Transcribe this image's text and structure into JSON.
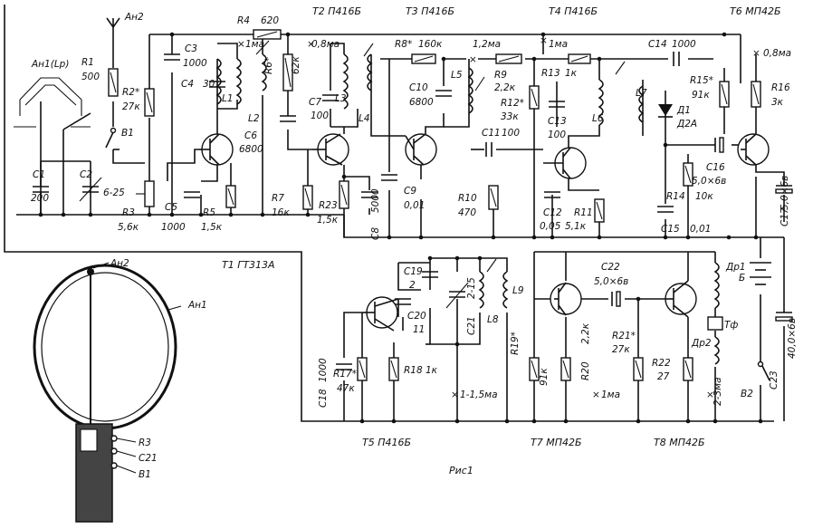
{
  "figure": {
    "caption": "Рис1",
    "transistors": [
      {
        "id": "t1",
        "label": "T1  ГТ313А"
      },
      {
        "id": "t2",
        "label": "T2  П416Б"
      },
      {
        "id": "t3",
        "label": "T3  П416Б"
      },
      {
        "id": "t4",
        "label": "T4  П416Б"
      },
      {
        "id": "t5",
        "label": "T5  П416Б"
      },
      {
        "id": "t6",
        "label": "T6  МП42Б"
      },
      {
        "id": "t7",
        "label": "T7  МП42Б"
      },
      {
        "id": "t8",
        "label": "T8  МП42Б"
      }
    ],
    "antennas": {
      "an2": "Ан2",
      "an1": "Ан1(Lр)",
      "an1_short": "Ан1",
      "an2_view": "Ан2"
    },
    "resistors": [
      {
        "id": "r1",
        "name": "R1",
        "value": "500"
      },
      {
        "id": "r2",
        "name": "R2*",
        "value": "27к"
      },
      {
        "id": "r3",
        "name": "R3",
        "value": "5,6к"
      },
      {
        "id": "r4",
        "name": "R4",
        "value": "620"
      },
      {
        "id": "r5",
        "name": "R5",
        "value": "1,5к"
      },
      {
        "id": "r6",
        "name": "R6*",
        "value": "62к"
      },
      {
        "id": "r7",
        "name": "R7",
        "value": "16к"
      },
      {
        "id": "r8",
        "name": "R8*",
        "value": "160к"
      },
      {
        "id": "r9",
        "name": "R9",
        "value": "2,2к"
      },
      {
        "id": "r10",
        "name": "R10",
        "value": "470"
      },
      {
        "id": "r11",
        "name": "R11",
        "value": "5,1к"
      },
      {
        "id": "r12",
        "name": "R12*",
        "value": "33к"
      },
      {
        "id": "r13",
        "name": "R13",
        "value": "1к"
      },
      {
        "id": "r14",
        "name": "R14",
        "value": "10к"
      },
      {
        "id": "r15",
        "name": "R15*",
        "value": "91к"
      },
      {
        "id": "r16",
        "name": "R16",
        "value": "3к"
      },
      {
        "id": "r17",
        "name": "R17*",
        "value": "47к"
      },
      {
        "id": "r18",
        "name": "R18",
        "value": "1к"
      },
      {
        "id": "r19",
        "name": "R19*",
        "value": "91к"
      },
      {
        "id": "r20",
        "name": "R20",
        "value": "2,2к"
      },
      {
        "id": "r21",
        "name": "R21*",
        "value": "27к"
      },
      {
        "id": "r22",
        "name": "R22",
        "value": "27"
      },
      {
        "id": "r23",
        "name": "R23",
        "value": "1,5к"
      }
    ],
    "capacitors": [
      {
        "id": "c1",
        "name": "C1",
        "value": "200"
      },
      {
        "id": "c2",
        "name": "C2",
        "value": "6-25"
      },
      {
        "id": "c3",
        "name": "C3",
        "value": "1000"
      },
      {
        "id": "c4",
        "name": "C4",
        "value": "30"
      },
      {
        "id": "c5",
        "name": "C5",
        "value": "1000"
      },
      {
        "id": "c6",
        "name": "C6",
        "value": "6800"
      },
      {
        "id": "c7",
        "name": "C7",
        "value": "100"
      },
      {
        "id": "c8",
        "name": "C8",
        "value": "5000"
      },
      {
        "id": "c9",
        "name": "C9",
        "value": "0,01"
      },
      {
        "id": "c10",
        "name": "C10",
        "value": "6800"
      },
      {
        "id": "c11",
        "name": "C11",
        "value": "100"
      },
      {
        "id": "c12",
        "name": "C12",
        "value": "0,05"
      },
      {
        "id": "c13",
        "name": "C13",
        "value": "100"
      },
      {
        "id": "c14",
        "name": "C14",
        "value": "1000"
      },
      {
        "id": "c15",
        "name": "C15",
        "value": "0,01"
      },
      {
        "id": "c16",
        "name": "C16",
        "value": "5,0×6в"
      },
      {
        "id": "c17",
        "name": "C17",
        "value": "5,0×6в"
      },
      {
        "id": "c18",
        "name": "C18",
        "value": "1000"
      },
      {
        "id": "c19",
        "name": "C19",
        "value": "2"
      },
      {
        "id": "c20",
        "name": "C20",
        "value": "11"
      },
      {
        "id": "c21",
        "name": "C21",
        "value": "2-15"
      },
      {
        "id": "c22",
        "name": "C22",
        "value": "5,0×6в"
      },
      {
        "id": "c23",
        "name": "C23",
        "value": "40,0×6в"
      }
    ],
    "inductors": [
      "L1",
      "L2",
      "L3",
      "L4",
      "L5",
      "L6",
      "L7",
      "L8",
      "L9"
    ],
    "chokes": [
      "Др1",
      "Др2"
    ],
    "diode": {
      "name": "Д1",
      "type": "Д2А"
    },
    "switches": [
      "B1",
      "B2"
    ],
    "battery": "Б",
    "headphone": "Тф",
    "currents": [
      {
        "id": "i1",
        "text": "1ма"
      },
      {
        "id": "i2",
        "text": "0,8ма"
      },
      {
        "id": "i3",
        "text": "1,2ма"
      },
      {
        "id": "i4",
        "text": "1ма"
      },
      {
        "id": "i5",
        "text": "0,8ма"
      },
      {
        "id": "i6",
        "text": "1-1,5ма"
      },
      {
        "id": "i7",
        "text": "1ма"
      },
      {
        "id": "i8",
        "text": "2-3ма"
      }
    ],
    "housing_labels": [
      "R3",
      "C21",
      "B1"
    ]
  },
  "colors": {
    "ink": "#111111",
    "paper": "#ffffff"
  }
}
